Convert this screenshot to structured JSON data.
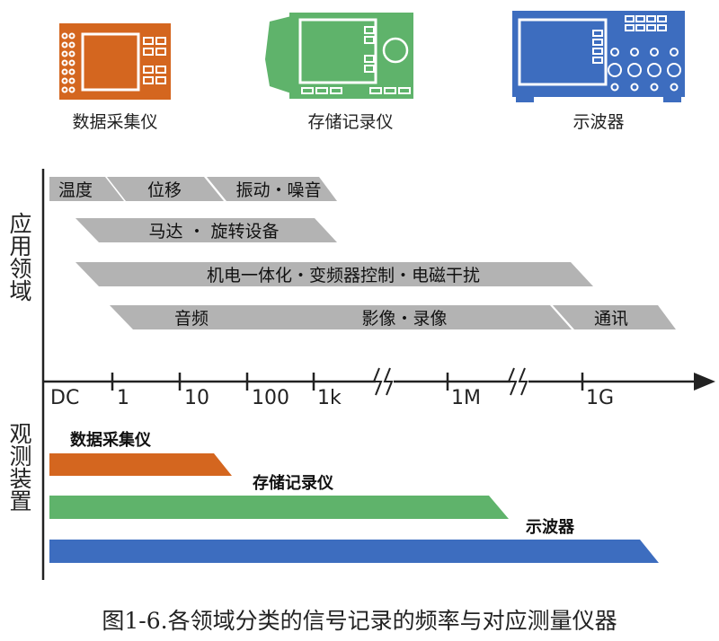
{
  "devices": [
    {
      "label": "数据采集仪",
      "icon": "data-logger-icon",
      "color": "#d4661f"
    },
    {
      "label": "存储记录仪",
      "icon": "memory-recorder-icon",
      "color": "#5fb36b"
    },
    {
      "label": "示波器",
      "icon": "oscilloscope-icon",
      "color": "#3d6dbf"
    }
  ],
  "section_labels": {
    "application": "应用领域",
    "equipment": "观测装置"
  },
  "axis": {
    "ticks": [
      "DC",
      "1",
      "10",
      "100",
      "1k",
      "1M",
      "1G"
    ]
  },
  "application_bars": [
    {
      "segments": [
        "温度",
        "位移",
        "振动・噪音"
      ]
    },
    {
      "segments": [
        "马达 ・ 旋转设备"
      ]
    },
    {
      "segments": [
        "机电一体化・变频器控制・电磁干扰"
      ]
    },
    {
      "segments": [
        "音频",
        "影像・录像",
        "通讯"
      ]
    }
  ],
  "equipment_bars": [
    {
      "label": "数据采集仪",
      "color": "#d4661f"
    },
    {
      "label": "存储记录仪",
      "color": "#5fb36b"
    },
    {
      "label": "示波器",
      "color": "#3d6dbf"
    }
  ],
  "colors": {
    "app_bar": "#b3b3b3",
    "axis": "#222222"
  },
  "caption": "图1-6.各领域分类的信号记录的频率与对应测量仪器"
}
